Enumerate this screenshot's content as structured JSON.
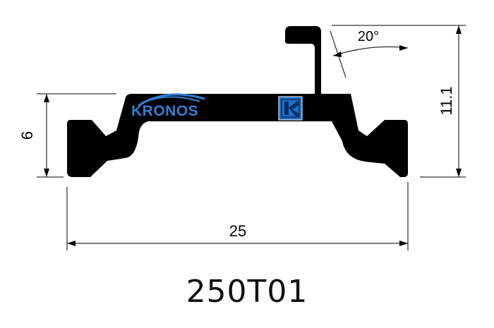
{
  "dimensions": {
    "width": "25",
    "left_height": "6",
    "total_height": "11.1",
    "angle": "20°"
  },
  "logo": {
    "text": "KRONOS",
    "color": "#2f7fd0"
  },
  "part_code": "250T01",
  "colors": {
    "profile": "#000000",
    "logo_blue": "#2f7fd0",
    "badge_blue": "#1f6fc6"
  }
}
